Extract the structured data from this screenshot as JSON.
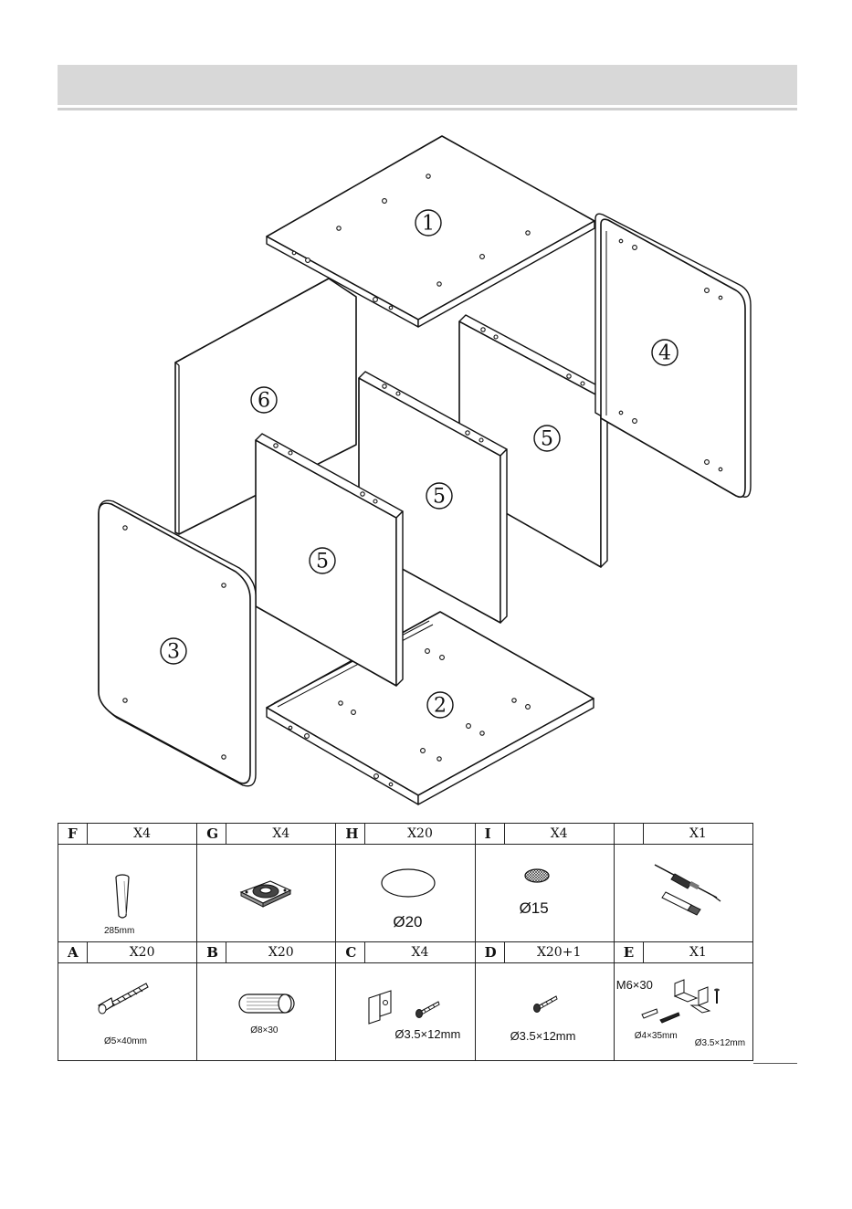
{
  "diagram": {
    "labels": {
      "p1": "1",
      "p2": "2",
      "p3": "3",
      "p4": "4",
      "p5a": "5",
      "p5b": "5",
      "p5c": "5",
      "p6": "6"
    }
  },
  "parts_top": [
    {
      "letter": "F",
      "qty": "X4",
      "dim": "285mm"
    },
    {
      "letter": "G",
      "qty": "X4"
    },
    {
      "letter": "H",
      "qty": "X20",
      "dim": "Ø20"
    },
    {
      "letter": "I",
      "qty": "X4",
      "dim": "Ø15"
    },
    {
      "letter": "",
      "qty": "X1"
    }
  ],
  "parts_bottom": [
    {
      "letter": "A",
      "qty": "X20",
      "dim": "Ø5×40mm"
    },
    {
      "letter": "B",
      "qty": "X20",
      "dim": "Ø8×30"
    },
    {
      "letter": "C",
      "qty": "X4",
      "dim": "Ø3.5×12mm"
    },
    {
      "letter": "D",
      "qty": "X20+1",
      "dim": "Ø3.5×12mm"
    },
    {
      "letter": "E",
      "qty": "X1",
      "dim_a": "M6×30",
      "dim_b": "Ø4×35mm",
      "dim_c": "Ø3.5×12mm"
    }
  ]
}
